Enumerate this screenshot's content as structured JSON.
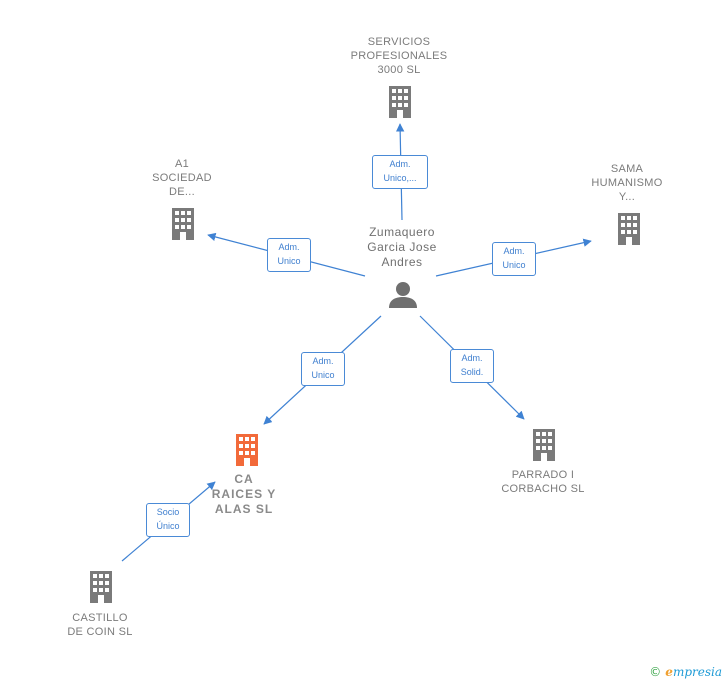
{
  "diagram": {
    "person": {
      "name_lines": [
        "Zumaquero",
        "Garcia Jose",
        "Andres"
      ],
      "icon": "person-icon"
    },
    "companies": [
      {
        "id": "servicios",
        "name_lines": [
          "SERVICIOS",
          "PROFESIONALES",
          "3000 SL"
        ],
        "icon": "building-icon",
        "color": "#7a7a7a"
      },
      {
        "id": "a1",
        "name_lines": [
          "A1",
          "SOCIEDAD",
          "DE..."
        ],
        "icon": "building-icon",
        "color": "#7a7a7a"
      },
      {
        "id": "sama",
        "name_lines": [
          "SAMA",
          "HUMANISMO",
          "Y..."
        ],
        "icon": "building-icon",
        "color": "#7a7a7a"
      },
      {
        "id": "ca",
        "name_lines": [
          "CA",
          "RAICES Y",
          "ALAS  SL"
        ],
        "icon": "building-icon",
        "color": "#f26a3a"
      },
      {
        "id": "parrado",
        "name_lines": [
          "PARRADO I",
          "CORBACHO SL"
        ],
        "icon": "building-icon",
        "color": "#7a7a7a"
      },
      {
        "id": "castillo",
        "name_lines": [
          "CASTILLO",
          "DE COIN SL"
        ],
        "icon": "building-icon",
        "color": "#7a7a7a"
      }
    ],
    "edges": [
      {
        "id": "e-servicios",
        "label_lines": [
          "Adm.",
          "Unico,..."
        ]
      },
      {
        "id": "e-a1",
        "label_lines": [
          "Adm.",
          "Unico"
        ]
      },
      {
        "id": "e-sama",
        "label_lines": [
          "Adm.",
          "Unico"
        ]
      },
      {
        "id": "e-ca",
        "label_lines": [
          "Adm.",
          "Unico"
        ]
      },
      {
        "id": "e-parrado",
        "label_lines": [
          "Adm.",
          "Solid."
        ]
      },
      {
        "id": "e-castillo",
        "label_lines": [
          "Socio",
          "Único"
        ]
      }
    ],
    "colors": {
      "edge": "#3f82d3",
      "node": "#7a7a7a",
      "focus": "#f26a3a"
    }
  },
  "footer": {
    "copyright": "©",
    "brand_initial": "e",
    "brand_rest": "mpresia"
  }
}
